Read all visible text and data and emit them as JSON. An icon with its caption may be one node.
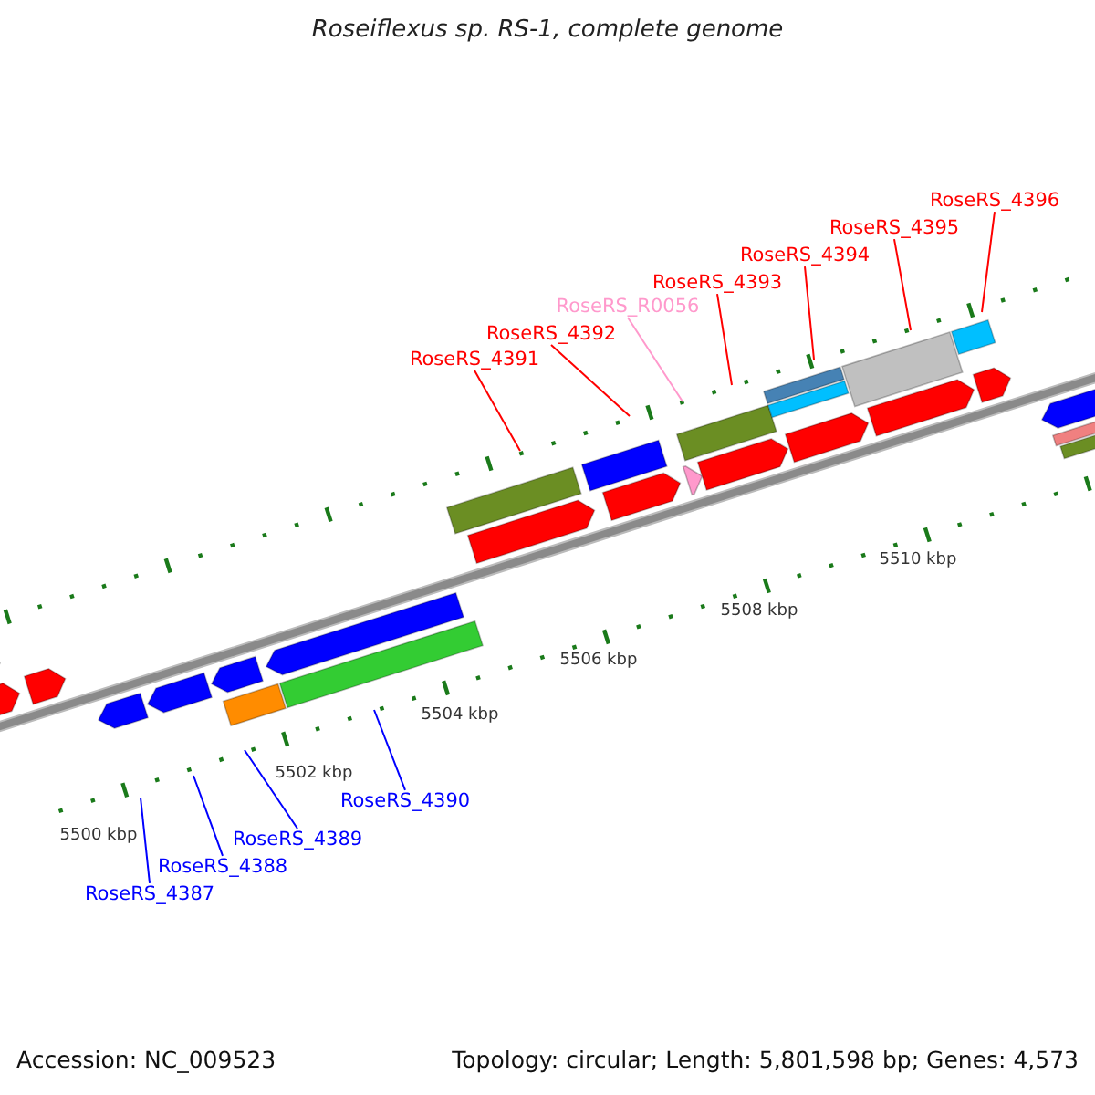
{
  "diagram": {
    "title": "Roseiflexus sp. RS-1, complete genome",
    "nodes": [
      {
        "text": [
          "RoseRS_4396"
        ]
      },
      {
        "text": [
          "RoseRS_4395"
        ]
      },
      {
        "text": [
          "RoseRS_4394"
        ]
      },
      {
        "text": [
          "RoseRS_4393"
        ]
      },
      {
        "text": [
          "RoseRS_R0056"
        ]
      },
      {
        "text": [
          "RoseRS_4392"
        ]
      },
      {
        "text": [
          "RoseRS_4391"
        ]
      },
      {
        "text": [
          "RoseRS_4390"
        ]
      },
      {
        "text": [
          "RoseRS_4389"
        ]
      },
      {
        "text": [
          "RoseRS_4388"
        ]
      },
      {
        "text": [
          "RoseRS_4387"
        ]
      }
    ],
    "edges": [
      {
        "from": 0,
        "to": null,
        "arrow": "none"
      },
      {
        "from": 1,
        "to": null,
        "arrow": "none"
      },
      {
        "from": 2,
        "to": null,
        "arrow": "none"
      },
      {
        "from": 3,
        "to": null,
        "arrow": "none"
      },
      {
        "from": 4,
        "to": null,
        "arrow": "none",
        "color": "#ff99cc"
      },
      {
        "from": 5,
        "to": null,
        "arrow": "none"
      },
      {
        "from": 6,
        "to": null,
        "arrow": "none"
      },
      {
        "from": 7,
        "to": null,
        "arrow": "none",
        "color": "#0000ff"
      },
      {
        "from": 8,
        "to": null,
        "arrow": "none",
        "color": "#0000ff"
      },
      {
        "from": 9,
        "to": null,
        "arrow": "none",
        "color": "#0000ff"
      },
      {
        "from": 10,
        "to": null,
        "arrow": "none",
        "color": "#0000ff"
      }
    ],
    "labels": [
      "5510 kbp",
      "5508 kbp",
      "5506 kbp",
      "5504 kbp",
      "5502 kbp",
      "5500 kbp",
      "Accession: NC_009523",
      "Topology: circular; Length: 5,801,598 bp; Genes: 4,573"
    ]
  }
}
